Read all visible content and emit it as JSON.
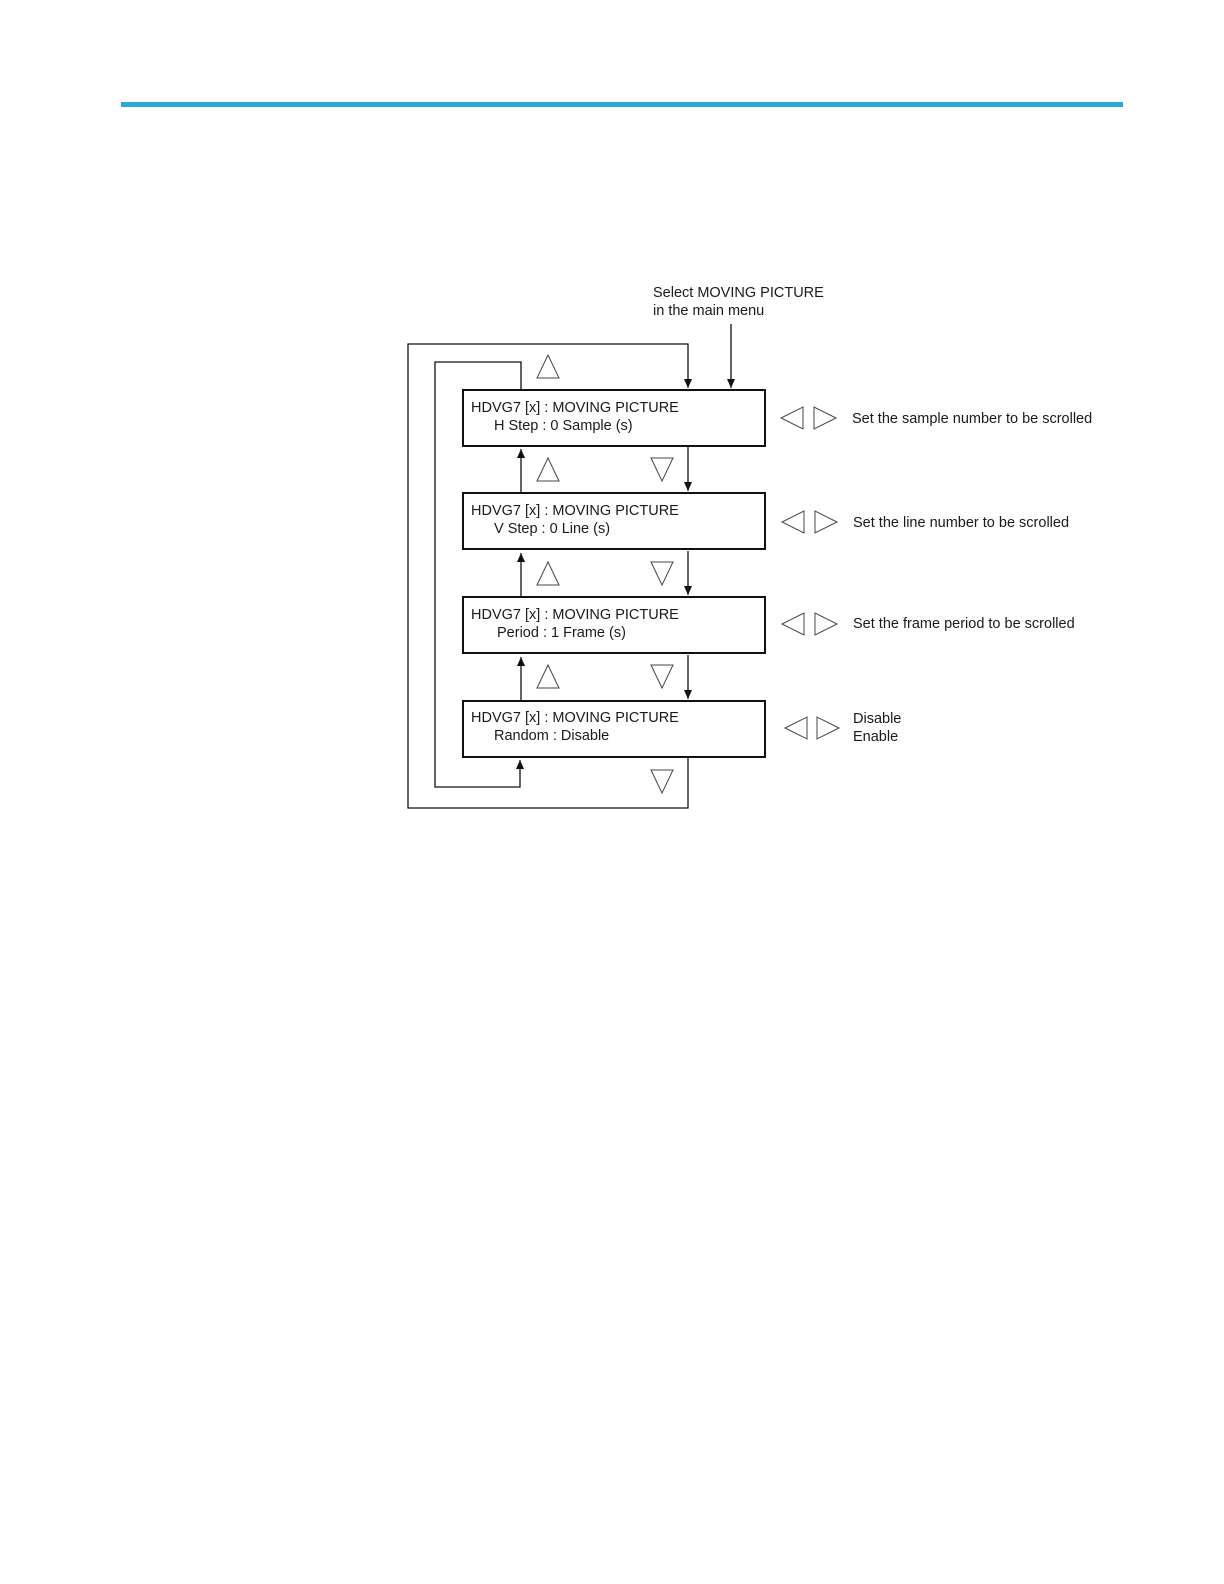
{
  "colors": {
    "rule": "#2aa8d8",
    "line": "#111111",
    "outline_icon": "#444444"
  },
  "entry_note": {
    "line1": "Select MOVING PICTURE",
    "line2": "in the main menu"
  },
  "menus": [
    {
      "title": "HDVG7 [x] : MOVING PICTURE",
      "value": "H Step : 0 Sample (s)",
      "note1": "Set the sample number to be scrolled",
      "note2": ""
    },
    {
      "title": "HDVG7 [x] :  MOVING PICTURE",
      "value": "V Step : 0 Line (s)",
      "note1": "Set the line number to be scrolled",
      "note2": ""
    },
    {
      "title": "HDVG7 [x] : MOVING PICTURE",
      "value": "Period : 1 Frame (s)",
      "note1": "Set the frame period to be scrolled",
      "note2": ""
    },
    {
      "title": "HDVG7 [x] : MOVING PICTURE",
      "value": "Random :  Disable",
      "note1": "Disable",
      "note2": "Enable"
    }
  ],
  "icons": {
    "up": "up-triangle-icon",
    "down": "down-triangle-icon",
    "left": "left-triangle-icon",
    "right": "right-triangle-icon"
  }
}
